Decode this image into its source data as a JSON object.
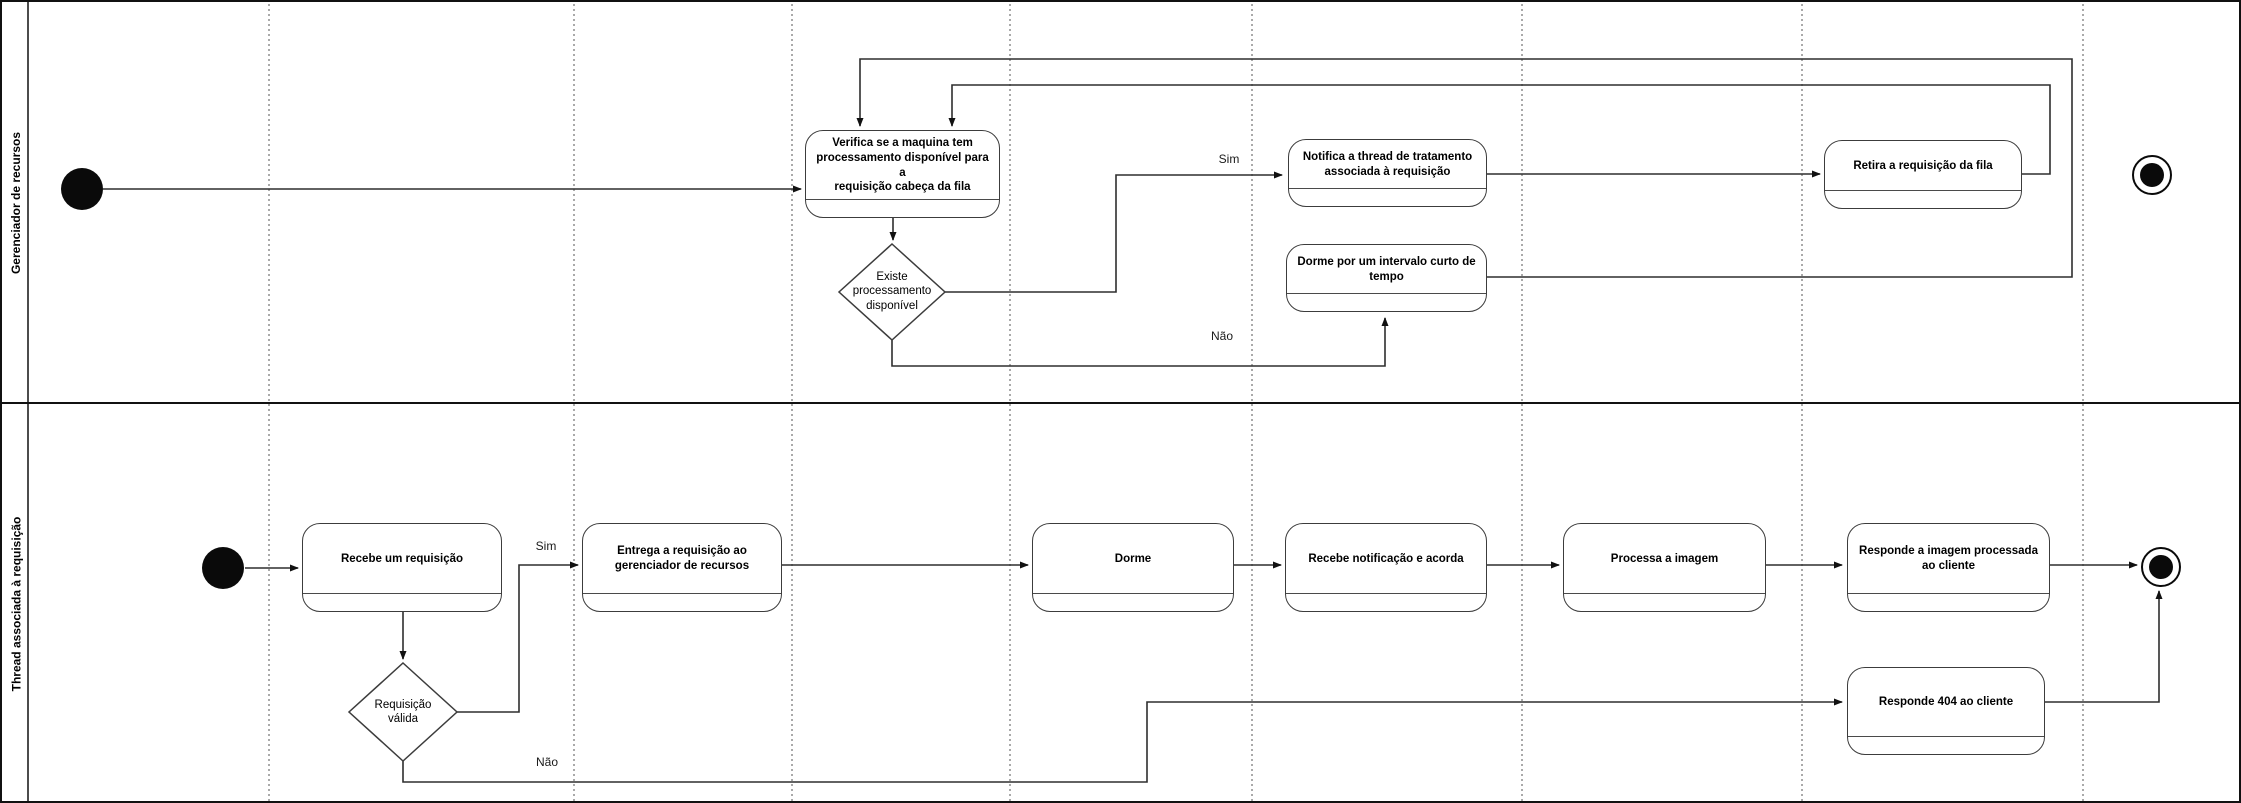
{
  "pool": {
    "lanes": [
      {
        "label": "Gerenciador de recursos"
      },
      {
        "label": "Thread associada à requisição"
      }
    ]
  },
  "nodes": {
    "verifica": {
      "label": "Verifica se a maquina tem\nprocessamento disponível para a\nrequisição cabeça da fila"
    },
    "existe": {
      "label": "Existe\nprocessamento\ndisponível"
    },
    "notifica": {
      "label": "Notifica a thread de tratamento\nassociada à requisição"
    },
    "dorme_intervalo": {
      "label": "Dorme por um intervalo curto de\ntempo"
    },
    "retira": {
      "label": "Retira a requisição da fila"
    },
    "recebe": {
      "label": "Recebe um requisição"
    },
    "valida": {
      "label": "Requisição\nválida"
    },
    "entrega": {
      "label": "Entrega a requisição ao\ngerenciador de recursos"
    },
    "dorme": {
      "label": "Dorme"
    },
    "recebe_notificacao": {
      "label": "Recebe notificação e acorda"
    },
    "processa": {
      "label": "Processa a imagem"
    },
    "responde_imagem": {
      "label": "Responde a imagem processada\nao cliente"
    },
    "responde_404": {
      "label": "Responde 404 ao cliente"
    }
  },
  "edge_labels": {
    "sim_gerenciador": "Sim",
    "nao_gerenciador": "Não",
    "sim_thread": "Sim",
    "nao_thread": "Não"
  },
  "colors": {
    "stroke": "#2e2e2e",
    "node_fill": "#ffffff",
    "text": "#000000"
  }
}
